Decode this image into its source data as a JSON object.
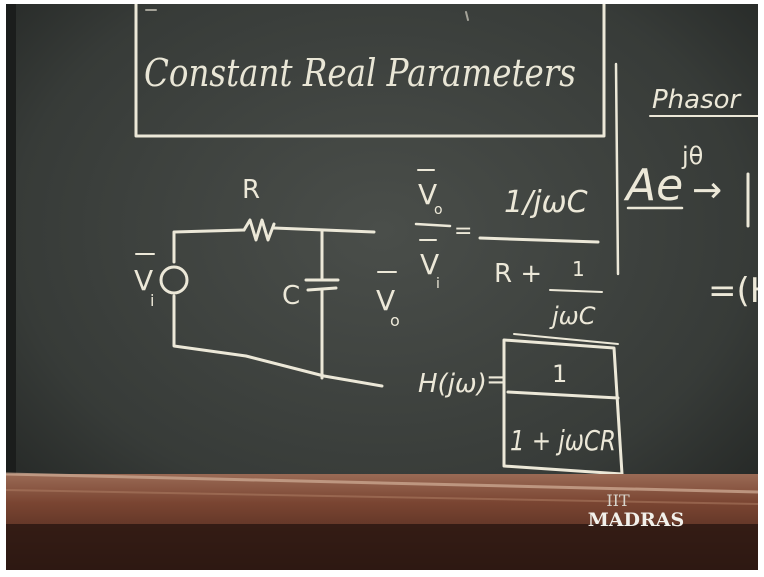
{
  "board": {
    "title": "Constant Real Parameters",
    "edge_text": "Phasor",
    "circuit": {
      "resistor_label": "R",
      "capacitor_label": "C",
      "source_label": "V",
      "source_sub": "i",
      "output_label": "V",
      "output_sub": "o"
    },
    "equation": {
      "lhs_num": "V",
      "lhs_num_sub": "o",
      "lhs_den": "V",
      "lhs_den_sub": "i",
      "equals": "=",
      "rhs_num": "1/jωC",
      "rhs_den_a": "R +",
      "rhs_den_frac_num": "1",
      "rhs_den_frac_den": "jωC"
    },
    "transfer": {
      "lhs": "H(jω)",
      "equals": "=",
      "num": "1",
      "den": "1 + jωCR"
    },
    "right_side": {
      "expr": "Ae",
      "exponent": "jθ",
      "arrow": "→",
      "line2": "=(H"
    }
  },
  "watermark": {
    "line1": "IIT",
    "line2": "MADRAS"
  },
  "colors": {
    "chalkboard": "#3b3f3c",
    "chalk": "#ece8d8",
    "ledge": "#6b3a2a"
  }
}
